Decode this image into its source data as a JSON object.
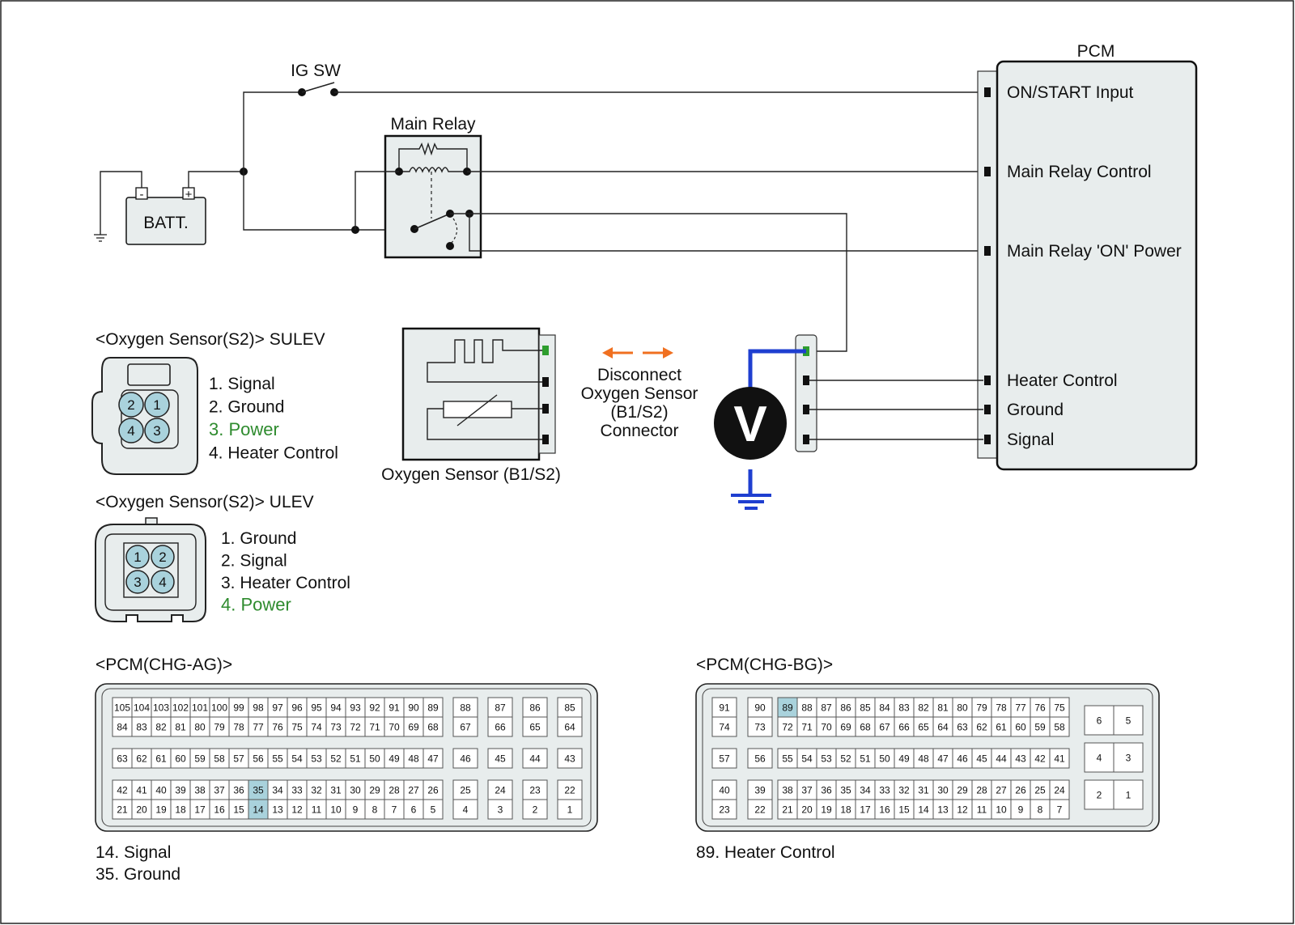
{
  "colors": {
    "background": "#ffffff",
    "box_fill": "#e8eded",
    "highlight_pin": "#a9d2dc",
    "power_text": "#2e8b2e",
    "arrow": "#f07020",
    "meter_wire": "#1f3fd0",
    "active_terminal": "#2e9e2e"
  },
  "labels": {
    "ig_sw": "IG SW",
    "main_relay": "Main Relay",
    "batt": "BATT.",
    "batt_minus": "-",
    "batt_plus": "+",
    "pcm": "PCM",
    "voltmeter": "V",
    "sensor_caption": "Oxygen Sensor (B1/S2)",
    "disconnect": [
      "Disconnect",
      "Oxygen Sensor",
      "(B1/S2)",
      "Connector"
    ]
  },
  "pcm_terminals": [
    "ON/START Input",
    "Main Relay Control",
    "Main Relay 'ON' Power",
    "Heater Control",
    "Ground",
    "Signal"
  ],
  "sulev": {
    "title": "<Oxygen Sensor(S2)> SULEV",
    "pins": [
      "2",
      "1",
      "4",
      "3"
    ],
    "legend": [
      "1. Signal",
      "2. Ground",
      "3. Power",
      "4. Heater Control"
    ],
    "power_index": 2
  },
  "ulev": {
    "title": "<Oxygen Sensor(S2)> ULEV",
    "pins": [
      "1",
      "2",
      "3",
      "4"
    ],
    "legend": [
      "1. Ground",
      "2. Signal",
      "3. Heater Control",
      "4. Power"
    ],
    "power_index": 3
  },
  "pcm_ag": {
    "title": "<PCM(CHG-AG)>",
    "notes": [
      "14. Signal",
      "35. Ground"
    ],
    "highlight": [
      "14",
      "35"
    ],
    "row1": [
      "105",
      "104",
      "103",
      "102",
      "101",
      "100",
      "99",
      "98",
      "97",
      "96",
      "95",
      "94",
      "93",
      "92",
      "91",
      "90",
      "89"
    ],
    "row1_side": [
      "88",
      "87",
      "86",
      "85"
    ],
    "row2": [
      "84",
      "83",
      "82",
      "81",
      "80",
      "79",
      "78",
      "77",
      "76",
      "75",
      "74",
      "73",
      "72",
      "71",
      "70",
      "69",
      "68"
    ],
    "row2_side": [
      "67",
      "66",
      "65",
      "64"
    ],
    "row3": [
      "63",
      "62",
      "61",
      "60",
      "59",
      "58",
      "57",
      "56",
      "55",
      "54",
      "53",
      "52",
      "51",
      "50",
      "49",
      "48",
      "47"
    ],
    "row3_side": [
      "46",
      "45",
      "44",
      "43"
    ],
    "row4": [
      "42",
      "41",
      "40",
      "39",
      "38",
      "37",
      "36",
      "35",
      "34",
      "33",
      "32",
      "31",
      "30",
      "29",
      "28",
      "27",
      "26"
    ],
    "row4_side": [
      "25",
      "24",
      "23",
      "22"
    ],
    "row5": [
      "21",
      "20",
      "19",
      "18",
      "17",
      "16",
      "15",
      "14",
      "13",
      "12",
      "11",
      "10",
      "9",
      "8",
      "7",
      "6",
      "5"
    ],
    "row5_side": [
      "4",
      "3",
      "2",
      "1"
    ]
  },
  "pcm_bg": {
    "title": "<PCM(CHG-BG)>",
    "notes": [
      "89. Heater Control"
    ],
    "highlight": [
      "89"
    ],
    "row1_left": [
      "91",
      "90"
    ],
    "row1": [
      "89",
      "88",
      "87",
      "86",
      "85",
      "84",
      "83",
      "82",
      "81",
      "80",
      "79",
      "78",
      "77",
      "76",
      "75"
    ],
    "row2_left": [
      "74",
      "73"
    ],
    "row2": [
      "72",
      "71",
      "70",
      "69",
      "68",
      "67",
      "66",
      "65",
      "64",
      "63",
      "62",
      "61",
      "60",
      "59",
      "58"
    ],
    "row3_left": [
      "57",
      "56"
    ],
    "row3": [
      "55",
      "54",
      "53",
      "52",
      "51",
      "50",
      "49",
      "48",
      "47",
      "46",
      "45",
      "44",
      "43",
      "42",
      "41"
    ],
    "row4_left": [
      "40",
      "39"
    ],
    "row4": [
      "38",
      "37",
      "36",
      "35",
      "34",
      "33",
      "32",
      "31",
      "30",
      "29",
      "28",
      "27",
      "26",
      "25",
      "24"
    ],
    "row5_left": [
      "23",
      "22"
    ],
    "row5": [
      "21",
      "20",
      "19",
      "18",
      "17",
      "16",
      "15",
      "14",
      "13",
      "12",
      "11",
      "10",
      "9",
      "8",
      "7"
    ],
    "side": [
      [
        "6",
        "5"
      ],
      [
        "4",
        "3"
      ],
      [
        "2",
        "1"
      ]
    ]
  }
}
